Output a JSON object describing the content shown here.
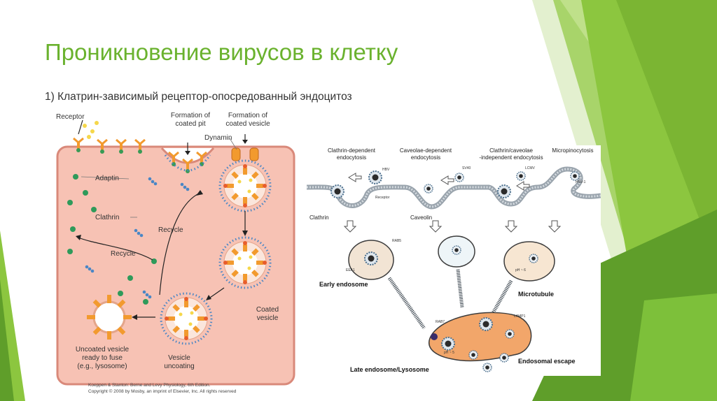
{
  "slide": {
    "title": "Проникновение вирусов в клетку",
    "subtitle": "1) Клатрин-зависимый рецептор-опосредованный эндоцитоз",
    "colors": {
      "title": "#6ab22e",
      "accent_green": "#8cc63f",
      "cell_fill": "#f7c2b4",
      "cell_border": "#d9897a"
    }
  },
  "left_figure": {
    "labels": {
      "receptor": "Receptor",
      "formation_pit_1": "Formation of",
      "formation_pit_2": "coated pit",
      "formation_vesicle_1": "Formation of",
      "formation_vesicle_2": "coated vesicle",
      "dynamin": "Dynamin",
      "adaptin": "Adaptin",
      "clathrin": "Clathrin",
      "recycle_1": "Recycle",
      "recycle_2": "Recycle",
      "coated_vesicle_1": "Coated",
      "coated_vesicle_2": "vesicle",
      "vesicle_uncoating_1": "Vesicle",
      "vesicle_uncoating_2": "uncoating",
      "uncoated_1": "Uncoated vesicle",
      "uncoated_2": "ready to fuse",
      "uncoated_3": "(e.g., lysosome)"
    },
    "credit_1": "Koeppen & Stanton: Berne and Levy Physiology, 6th Edition.",
    "credit_2": "Copyright © 2008 by Mosby, an imprint of Elsevier, Inc. All rights reserved"
  },
  "right_figure": {
    "labels": {
      "clathrin_dependent_1": "Clathrin-dependent",
      "clathrin_dependent_2": "endocytosis",
      "caveolae_dependent_1": "Caveolae-dependent",
      "caveolae_dependent_2": "endocytosis",
      "clathrin_caveolae_1": "Clathrin/caveolae",
      "clathrin_caveolae_2": "-independent endocytosis",
      "micropinocytosis": "Micropinocytosis",
      "hbv": "HBV",
      "receptor": "Receptor",
      "sv40": "SV40",
      "lcmv": "LCMV",
      "hsv1": "HSV-1",
      "clathrin": "Clathrin",
      "caveolin": "Caveolin",
      "rab5": "RAB5",
      "eea1": "EEA1",
      "ph6": "pH ~ 6",
      "early_endosome": "Early endosome",
      "microtubule": "Microtubule",
      "rab7": "RAB7",
      "lamp1": "LAMP1",
      "ph5": "pH ~ 5",
      "late_endosome": "Late endosome/Lysosome",
      "endosomal_escape": "Endosomal escape"
    }
  }
}
